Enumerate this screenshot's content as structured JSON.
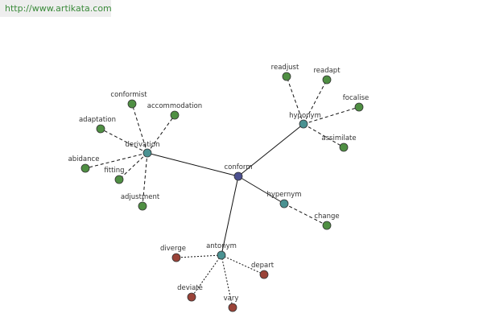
{
  "site_url": "http://www.artikata.com",
  "colors": {
    "center": "#4b4f8f",
    "relation": "#4a9292",
    "synonym": "#4f8f43",
    "antonym": "#9a4338"
  },
  "graph": {
    "center": "conform",
    "relations": [
      {
        "label": "derivation",
        "leaf_type": "synonym",
        "leaves": [
          "conformist",
          "accommodation",
          "adaptation",
          "abidance",
          "fitting",
          "adjustment"
        ]
      },
      {
        "label": "hyponym",
        "leaf_type": "synonym",
        "leaves": [
          "readjust",
          "readapt",
          "focalise",
          "assimilate"
        ]
      },
      {
        "label": "hypernym",
        "leaf_type": "synonym",
        "leaves": [
          "change"
        ]
      },
      {
        "label": "antonym",
        "leaf_type": "antonym",
        "leaves": [
          "diverge",
          "depart",
          "deviate",
          "vary"
        ]
      }
    ]
  }
}
